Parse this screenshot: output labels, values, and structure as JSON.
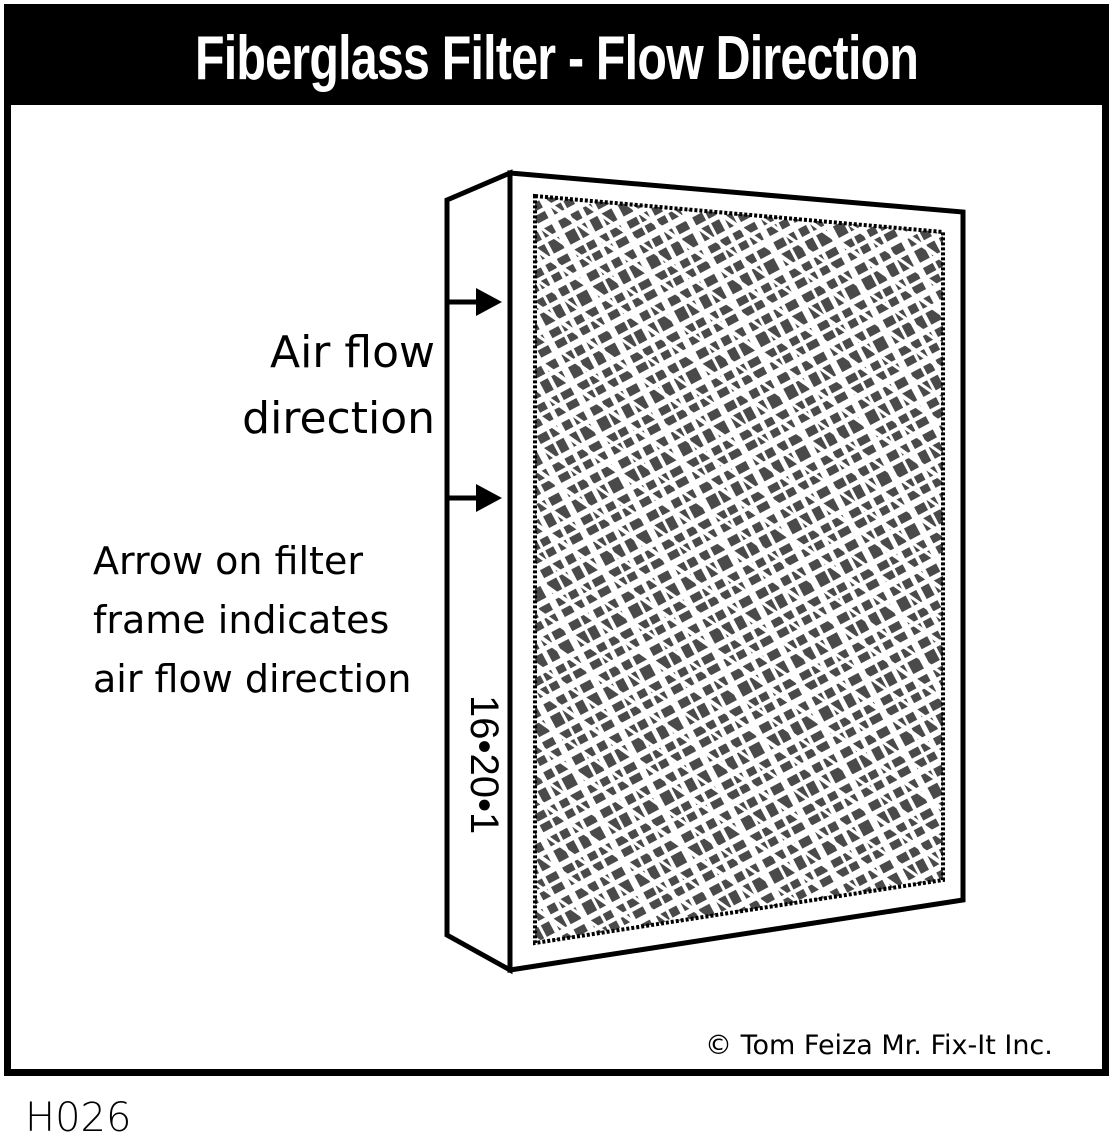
{
  "header": {
    "title": "Fiberglass Filter - Flow Direction"
  },
  "labels": {
    "airflow_line1": "Air flow",
    "airflow_line2": "direction",
    "note_line1": "Arrow on filter",
    "note_line2": "frame indicates",
    "note_line3": "air flow direction",
    "filter_size": "16•20•1"
  },
  "footer": {
    "copyright": "©  Tom Feiza Mr. Fix-It Inc.",
    "code": "H026"
  },
  "colors": {
    "ink": "#000000",
    "media_dark": "#4a4a4a",
    "media_light": "#ffffff",
    "background": "#ffffff"
  }
}
